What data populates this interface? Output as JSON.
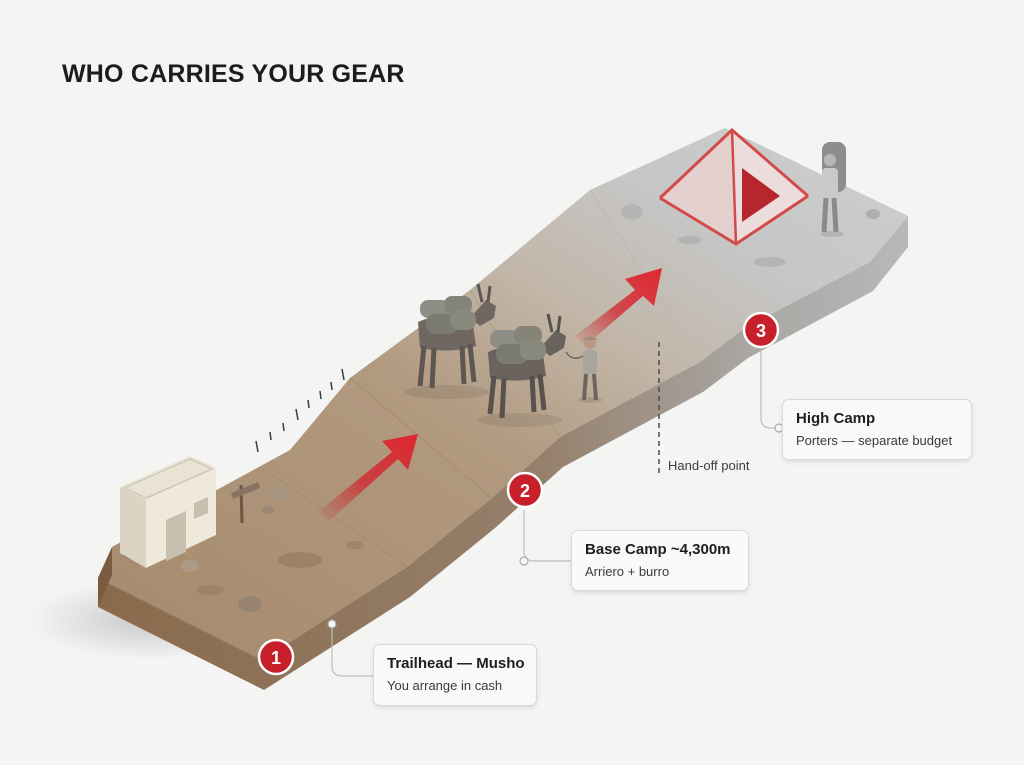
{
  "title": "WHO CARRIES YOUR GEAR",
  "stages": [
    {
      "number": "1",
      "name": "Trailhead — Musho",
      "detail": "You arrange in cash"
    },
    {
      "number": "2",
      "name": "Base Camp ~4,300m",
      "detail": "Arriero + burro"
    },
    {
      "number": "3",
      "name": "High Camp",
      "detail": "Porters — separate budget"
    }
  ],
  "handoff_label": "Hand-off point",
  "colors": {
    "accent_red": "#c8202a",
    "dirt": "#a88c6e",
    "rock_grey": "#b6b6b6",
    "tent_red": "#d24a4a"
  }
}
